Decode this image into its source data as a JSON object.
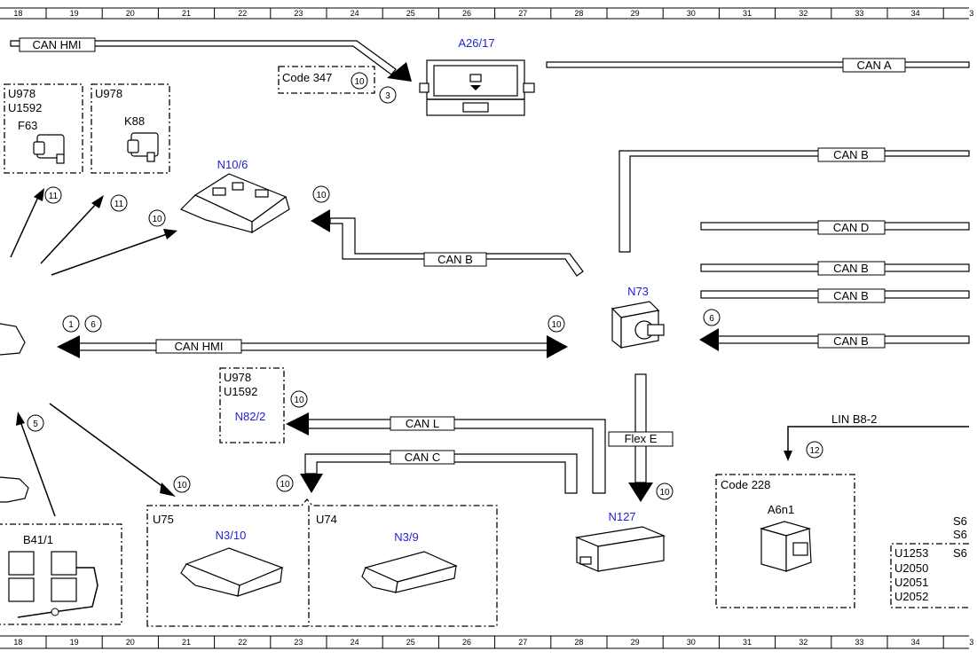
{
  "ruler": {
    "columns": [
      "18",
      "19",
      "20",
      "21",
      "22",
      "23",
      "24",
      "25",
      "26",
      "27",
      "28",
      "29",
      "30",
      "31",
      "32",
      "33",
      "34",
      "3"
    ]
  },
  "buses": {
    "can_hmi_top": "CAN HMI",
    "can_a": "CAN A",
    "can_b_1": "CAN B",
    "can_b_mid": "CAN B",
    "can_d": "CAN D",
    "can_b_2": "CAN B",
    "can_b_3": "CAN B",
    "can_b_4": "CAN B",
    "can_hmi_main": "CAN HMI",
    "can_l": "CAN L",
    "can_c": "CAN C",
    "flex_e": "Flex E",
    "lin_b8_2": "LIN B8-2"
  },
  "components": {
    "a26_17": "A26/17",
    "n10_6": "N10/6",
    "n73": "N73",
    "n82_2": "N82/2",
    "n127": "N127",
    "n3_10": "N3/10",
    "n3_9": "N3/9",
    "a6n1": "A6n1",
    "b41_1": "B41/1",
    "f63": "F63",
    "k88": "K88"
  },
  "codes": {
    "code_347": "Code 347",
    "code_228": "Code 228",
    "u978_a": "U978",
    "u1592_a": "U1592",
    "u978_b": "U978",
    "u978_c": "U978",
    "u1592_c": "U1592",
    "u75": "U75",
    "u74": "U74",
    "u1253": "U1253",
    "u2050": "U2050",
    "u2051": "U2051",
    "u2052": "U2052",
    "s6_a": "S6",
    "s6_b": "S6",
    "s6_c": "S6"
  },
  "markers": {
    "m3": "3",
    "m10_code": "10",
    "m11_a": "11",
    "m11_b": "11",
    "m10_n106_a": "10",
    "m10_n106_b": "10",
    "m1": "1",
    "m6_left": "6",
    "m10_right": "10",
    "m6_n73": "6",
    "m10_n822": "10",
    "m5": "5",
    "m10_n310": "10",
    "m10_canc": "10",
    "m10_n127": "10",
    "m12": "12"
  }
}
